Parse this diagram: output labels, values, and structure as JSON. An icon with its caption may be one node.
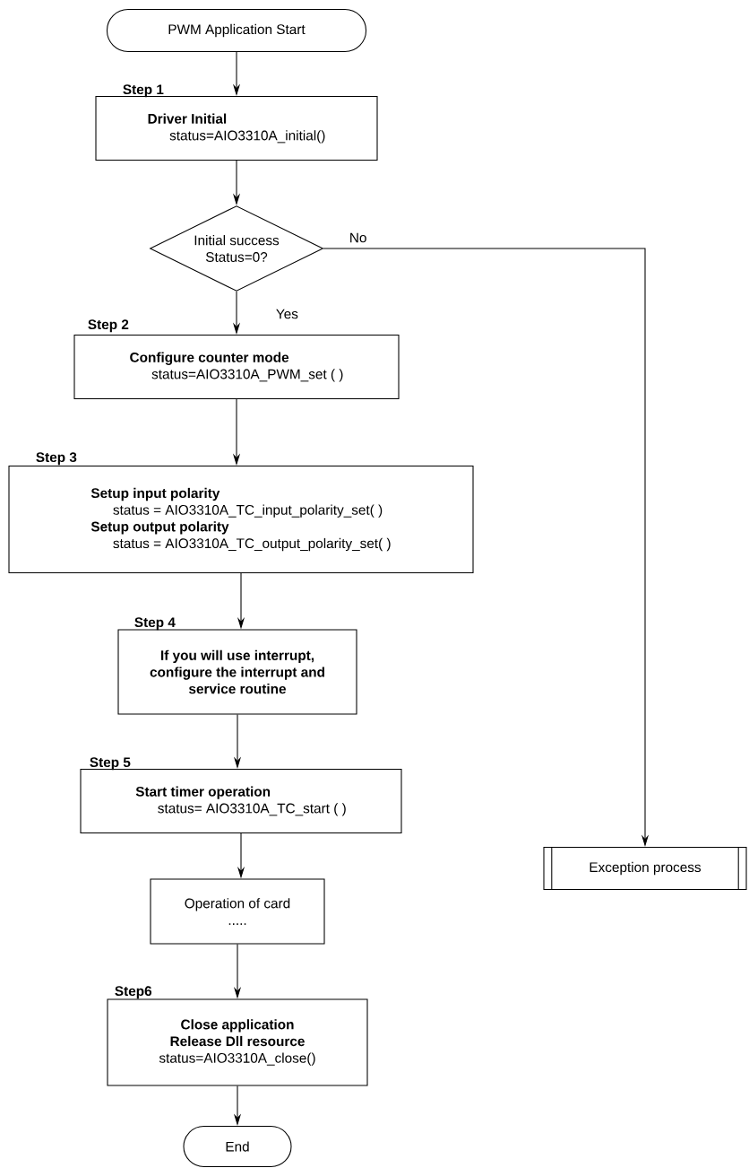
{
  "diagram": {
    "nodes": [
      {
        "text": [
          "PWM Application Start"
        ]
      },
      {
        "text": [
          "Driver Initial",
          "status=AIO3310A_initial()"
        ],
        "beside": [
          "Step 1"
        ]
      },
      {
        "text": [
          "Initial success Status=0?"
        ]
      },
      {
        "text": [
          "Configure counter mode",
          "status=AIO3310A_PWM_set ( )"
        ],
        "beside": [
          "Step 2"
        ]
      },
      {
        "text": [
          "Setup input polarity",
          "status = AIO3310A_TC_input_polarity_set( )",
          "Setup output polarity",
          "status = AIO3310A_TC_output_polarity_set( )"
        ],
        "beside": [
          "Step 3"
        ]
      },
      {
        "text": [
          "If you will use interrupt, configure the interrupt and service routine"
        ],
        "beside": [
          "Step 4"
        ]
      },
      {
        "text": [
          "Start timer operation",
          "status= AIO3310A_TC_start ( )"
        ],
        "beside": [
          "Step 5"
        ]
      },
      {
        "text": [
          "Operation of card ....."
        ]
      },
      {
        "text": [
          "Close application Release Dll resource",
          "status=AIO3310A_close()"
        ],
        "beside": [
          "Step6"
        ]
      },
      {
        "text": [
          "End"
        ]
      },
      {
        "text": [
          "Exception process"
        ]
      }
    ],
    "edges": [
      {
        "from": 0,
        "to": 1,
        "arrow": "to"
      },
      {
        "from": 1,
        "to": 2,
        "arrow": "to"
      },
      {
        "from": 2,
        "to": 3,
        "arrow": "to",
        "label": "Yes"
      },
      {
        "from": 3,
        "to": 4,
        "arrow": "to"
      },
      {
        "from": 4,
        "to": 5,
        "arrow": "to"
      },
      {
        "from": 5,
        "to": 6,
        "arrow": "to"
      },
      {
        "from": 6,
        "to": 7,
        "arrow": "to"
      },
      {
        "from": 7,
        "to": 8,
        "arrow": "to"
      },
      {
        "from": 8,
        "to": 9,
        "arrow": "to"
      },
      {
        "from": 2,
        "to": 10,
        "arrow": "to",
        "label": "No"
      }
    ]
  }
}
